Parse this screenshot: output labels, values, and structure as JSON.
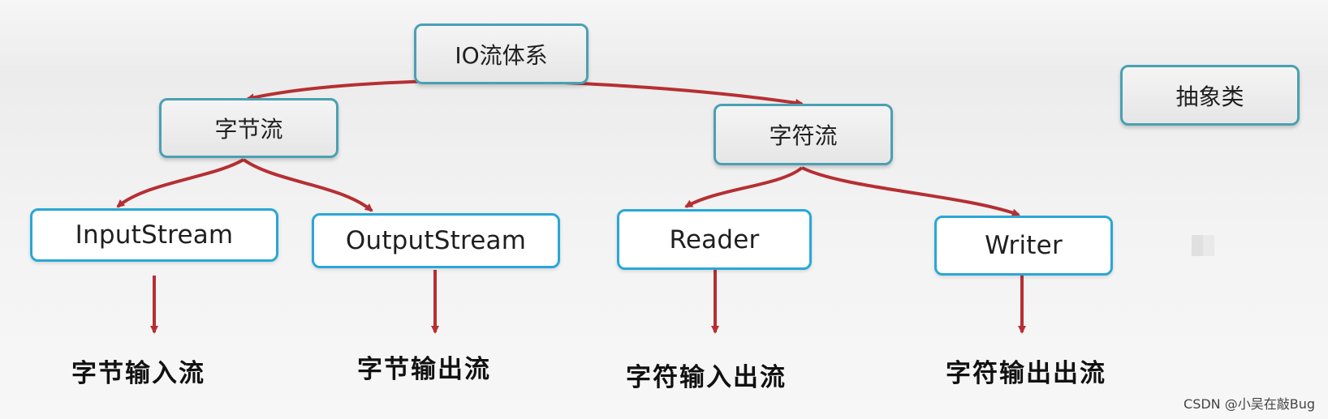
{
  "nodes": {
    "root": "IO流体系",
    "byte_stream": "字节流",
    "char_stream": "字符流",
    "abstract_class": "抽象类",
    "input_stream": "InputStream",
    "output_stream": "OutputStream",
    "reader": "Reader",
    "writer": "Writer"
  },
  "descriptions": {
    "byte_input": "字节输入流",
    "byte_output": "字节输出流",
    "char_input": "字符输入出流",
    "char_output": "字符输出出流"
  },
  "watermark": "CSDN @小吴在敲Bug",
  "colors": {
    "arrow": "#b62f33",
    "category_border": "#4aa0b3",
    "class_border": "#2aa7d6"
  }
}
